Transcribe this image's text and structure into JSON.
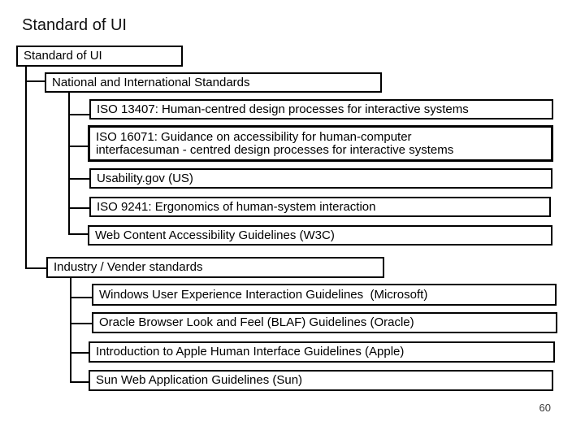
{
  "page": {
    "title": "Standard of UI",
    "page_number": "60"
  },
  "tree": {
    "root": {
      "label": "Standard of UI"
    },
    "groups": [
      {
        "label": "National and International Standards",
        "children": [
          "ISO 13407: Human-centred design processes for interactive systems",
          "ISO 16071: Guidance on accessibility for human-computer\ninterfacesuman - centred design processes for interactive systems",
          "Usability.gov (US)",
          "ISO 9241: Ergonomics of human-system interaction",
          "Web Content Accessibility Guidelines (W3C)"
        ]
      },
      {
        "label": "Industry / Vender standards",
        "children": [
          "Windows User Experience Interaction Guidelines  (Microsoft)",
          "Oracle Browser Look and Feel (BLAF) Guidelines (Oracle)",
          "Introduction to Apple Human Interface Guidelines (Apple)",
          "Sun Web Application Guidelines (Sun)"
        ]
      }
    ]
  },
  "colors": {
    "line": "#000000",
    "text": "#000000",
    "background": "#ffffff"
  }
}
